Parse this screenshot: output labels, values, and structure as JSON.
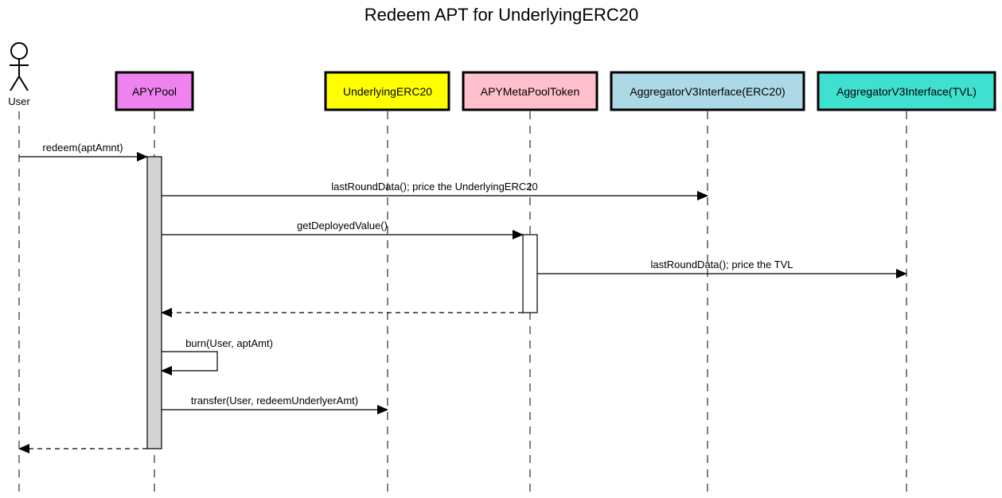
{
  "title": "Redeem APT for UnderlyingERC20",
  "actor": {
    "label": "User",
    "icon": "stick-figure-icon"
  },
  "participants": [
    {
      "id": "apypool",
      "label": "APYPool",
      "color": "#ee82ee"
    },
    {
      "id": "erc20",
      "label": "UnderlyingERC20",
      "color": "#ffff00"
    },
    {
      "id": "metapool",
      "label": "APYMetaPoolToken",
      "color": "#ffc0cb"
    },
    {
      "id": "agg_erc20",
      "label": "AggregatorV3Interface(ERC20)",
      "color": "#add8e6"
    },
    {
      "id": "agg_tvl",
      "label": "AggregatorV3Interface(TVL)",
      "color": "#40e0d0"
    }
  ],
  "activations": [
    {
      "on": "apypool",
      "color": "#d3d3d3"
    },
    {
      "on": "metapool",
      "color": "#ffffff"
    }
  ],
  "messages": [
    {
      "from": "user",
      "to": "apypool",
      "label": "redeem(aptAmnt)",
      "kind": "call"
    },
    {
      "from": "apypool",
      "to": "agg_erc20",
      "label": "lastRoundData(); price the UnderlyingERC20",
      "kind": "call"
    },
    {
      "from": "apypool",
      "to": "metapool",
      "label": "getDeployedValue()",
      "kind": "call"
    },
    {
      "from": "metapool",
      "to": "agg_tvl",
      "label": "lastRoundData(); price the TVL",
      "kind": "call"
    },
    {
      "from": "metapool",
      "to": "apypool",
      "label": "",
      "kind": "return"
    },
    {
      "from": "apypool",
      "to": "apypool",
      "label": "burn(User, aptAmt)",
      "kind": "self"
    },
    {
      "from": "apypool",
      "to": "erc20",
      "label": "transfer(User, redeemUnderlyerAmt)",
      "kind": "call"
    },
    {
      "from": "apypool",
      "to": "user",
      "label": "",
      "kind": "return"
    }
  ]
}
